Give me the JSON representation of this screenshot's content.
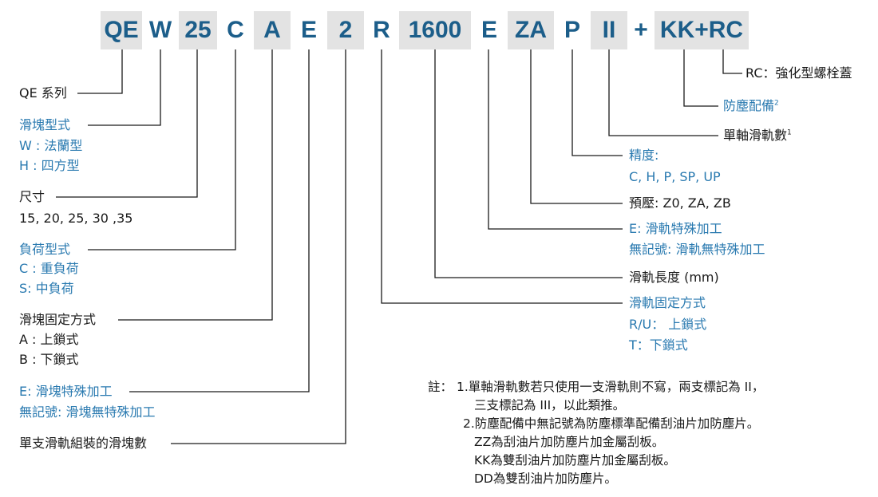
{
  "code_segments": [
    {
      "id": "qe",
      "text": "QE",
      "shaded": true
    },
    {
      "id": "w",
      "text": "W",
      "shaded": false
    },
    {
      "id": "25",
      "text": "25",
      "shaded": true
    },
    {
      "id": "c",
      "text": "C",
      "shaded": false
    },
    {
      "id": "a",
      "text": "A",
      "shaded": true
    },
    {
      "id": "e",
      "text": "E",
      "shaded": false
    },
    {
      "id": "2",
      "text": "2",
      "shaded": true
    },
    {
      "id": "r",
      "text": "R",
      "shaded": false
    },
    {
      "id": "1600",
      "text": "1600",
      "shaded": true
    },
    {
      "id": "e2",
      "text": "E",
      "shaded": false
    },
    {
      "id": "za",
      "text": "ZA",
      "shaded": true
    },
    {
      "id": "p",
      "text": "P",
      "shaded": false
    },
    {
      "id": "ii",
      "text": "II",
      "shaded": true
    },
    {
      "id": "plus",
      "text": "+",
      "shaded": false
    },
    {
      "id": "kkrc",
      "text": "KK+RC",
      "shaded": true
    }
  ],
  "left_labels": {
    "series": "QE 系列",
    "block_type_title": "滑塊型式",
    "block_type_w": "W : 法蘭型",
    "block_type_h": "H : 四方型",
    "size_title": "尺寸",
    "size_values": "15, 20, 25, 30 ,35",
    "load_title": "負荷型式",
    "load_c": "C : 重負荷",
    "load_s": "S: 中負荷",
    "fix_title": "滑塊固定方式",
    "fix_a": "A : 上鎖式",
    "fix_b": "B : 下鎖式",
    "special_e": "E: 滑塊特殊加工",
    "special_none": "無記號: 滑塊無特殊加工",
    "block_count": "單支滑軌組裝的滑塊數"
  },
  "right_labels": {
    "rc": "RC：強化型螺栓蓋",
    "dust": "防塵配備",
    "dust_sup": "2",
    "rail_count": "單軸滑軌數",
    "rail_count_sup": "1",
    "accuracy_title": "精度:",
    "accuracy_values": "C, H, P, SP, UP",
    "preload": "預壓: Z0, ZA, ZB",
    "rail_special_e": "E: 滑軌特殊加工",
    "rail_special_none": "無記號: 滑軌無特殊加工",
    "rail_length": "滑軌長度 (mm)",
    "rail_fix_title": "滑軌固定方式",
    "rail_fix_ru": "R/U： 上鎖式",
    "rail_fix_t": "T：下鎖式"
  },
  "notes": {
    "prefix": "註：",
    "n1a": "1.單軸滑軌數若只使用一支滑軌則不寫，兩支標記為 II，",
    "n1b": "三支標記為 III，以此類推。",
    "n2a": "2.防塵配備中無記號為防塵標準配備刮油片加防塵片。",
    "n2b": "ZZ為刮油片加防塵片加金屬刮板。",
    "n2c": "KK為雙刮油片加防塵片加金屬刮板。",
    "n2d": "DD為雙刮油片加防塵片。"
  },
  "colors": {
    "code_text": "#1c5e8a",
    "blue_label": "#2a7ab0",
    "shade": "#e3e3e3",
    "line": "#1a1a1a"
  }
}
